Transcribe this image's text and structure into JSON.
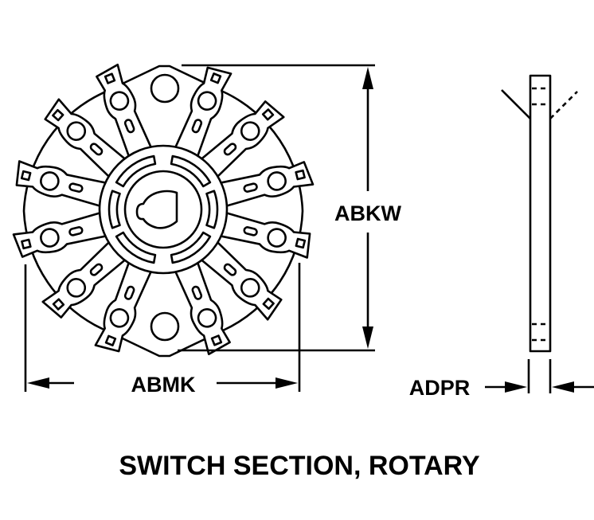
{
  "diagram": {
    "title": "SWITCH SECTION, ROTARY",
    "dimensions": {
      "height_label": "ABKW",
      "width_label": "ABMK",
      "thickness_label": "ADPR"
    },
    "views": [
      "front-view",
      "side-view"
    ],
    "terminal_count": 12,
    "mounting_hole_count": 2,
    "colors": {
      "line": "#000000",
      "background": "#ffffff"
    }
  }
}
